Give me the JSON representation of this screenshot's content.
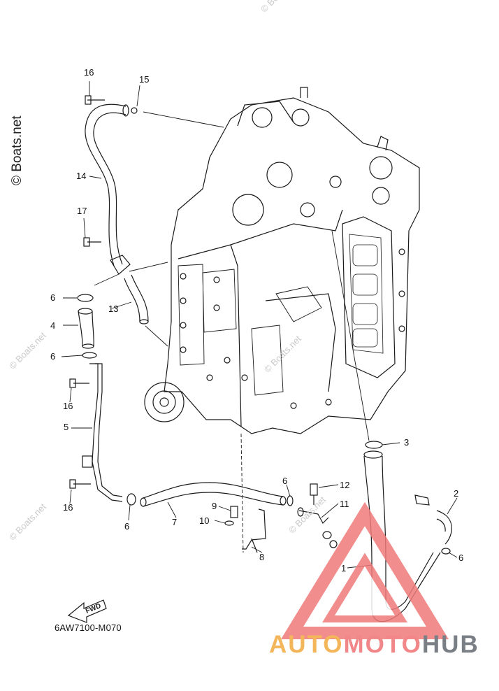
{
  "callouts": {
    "c16a": "16",
    "c15": "15",
    "c14": "14",
    "c17": "17",
    "c13": "13",
    "c6a": "6",
    "c4": "4",
    "c6b": "6",
    "c16b": "16",
    "c5": "5",
    "c16c": "16",
    "c6c": "6",
    "c7": "7",
    "c9": "9",
    "c10": "10",
    "c8": "8",
    "c6d": "6",
    "c12": "12",
    "c11": "11",
    "c1": "1",
    "c3": "3",
    "c2": "2",
    "c6e": "6"
  },
  "fwd_label": "FWD",
  "part_code": "6AW7100-M070",
  "watermarks": {
    "main": "© Boats.net",
    "faint": "© Boats.net"
  },
  "brand": {
    "auto": "AUTO",
    "moto": "MOTO",
    "hub": "HUB"
  },
  "colors": {
    "line": "#1a1a1a",
    "brand_orange": "#f4b65a",
    "brand_red": "#f2878a",
    "brand_grey": "#7a7f86",
    "logo_triangle": "#f07a7a"
  }
}
